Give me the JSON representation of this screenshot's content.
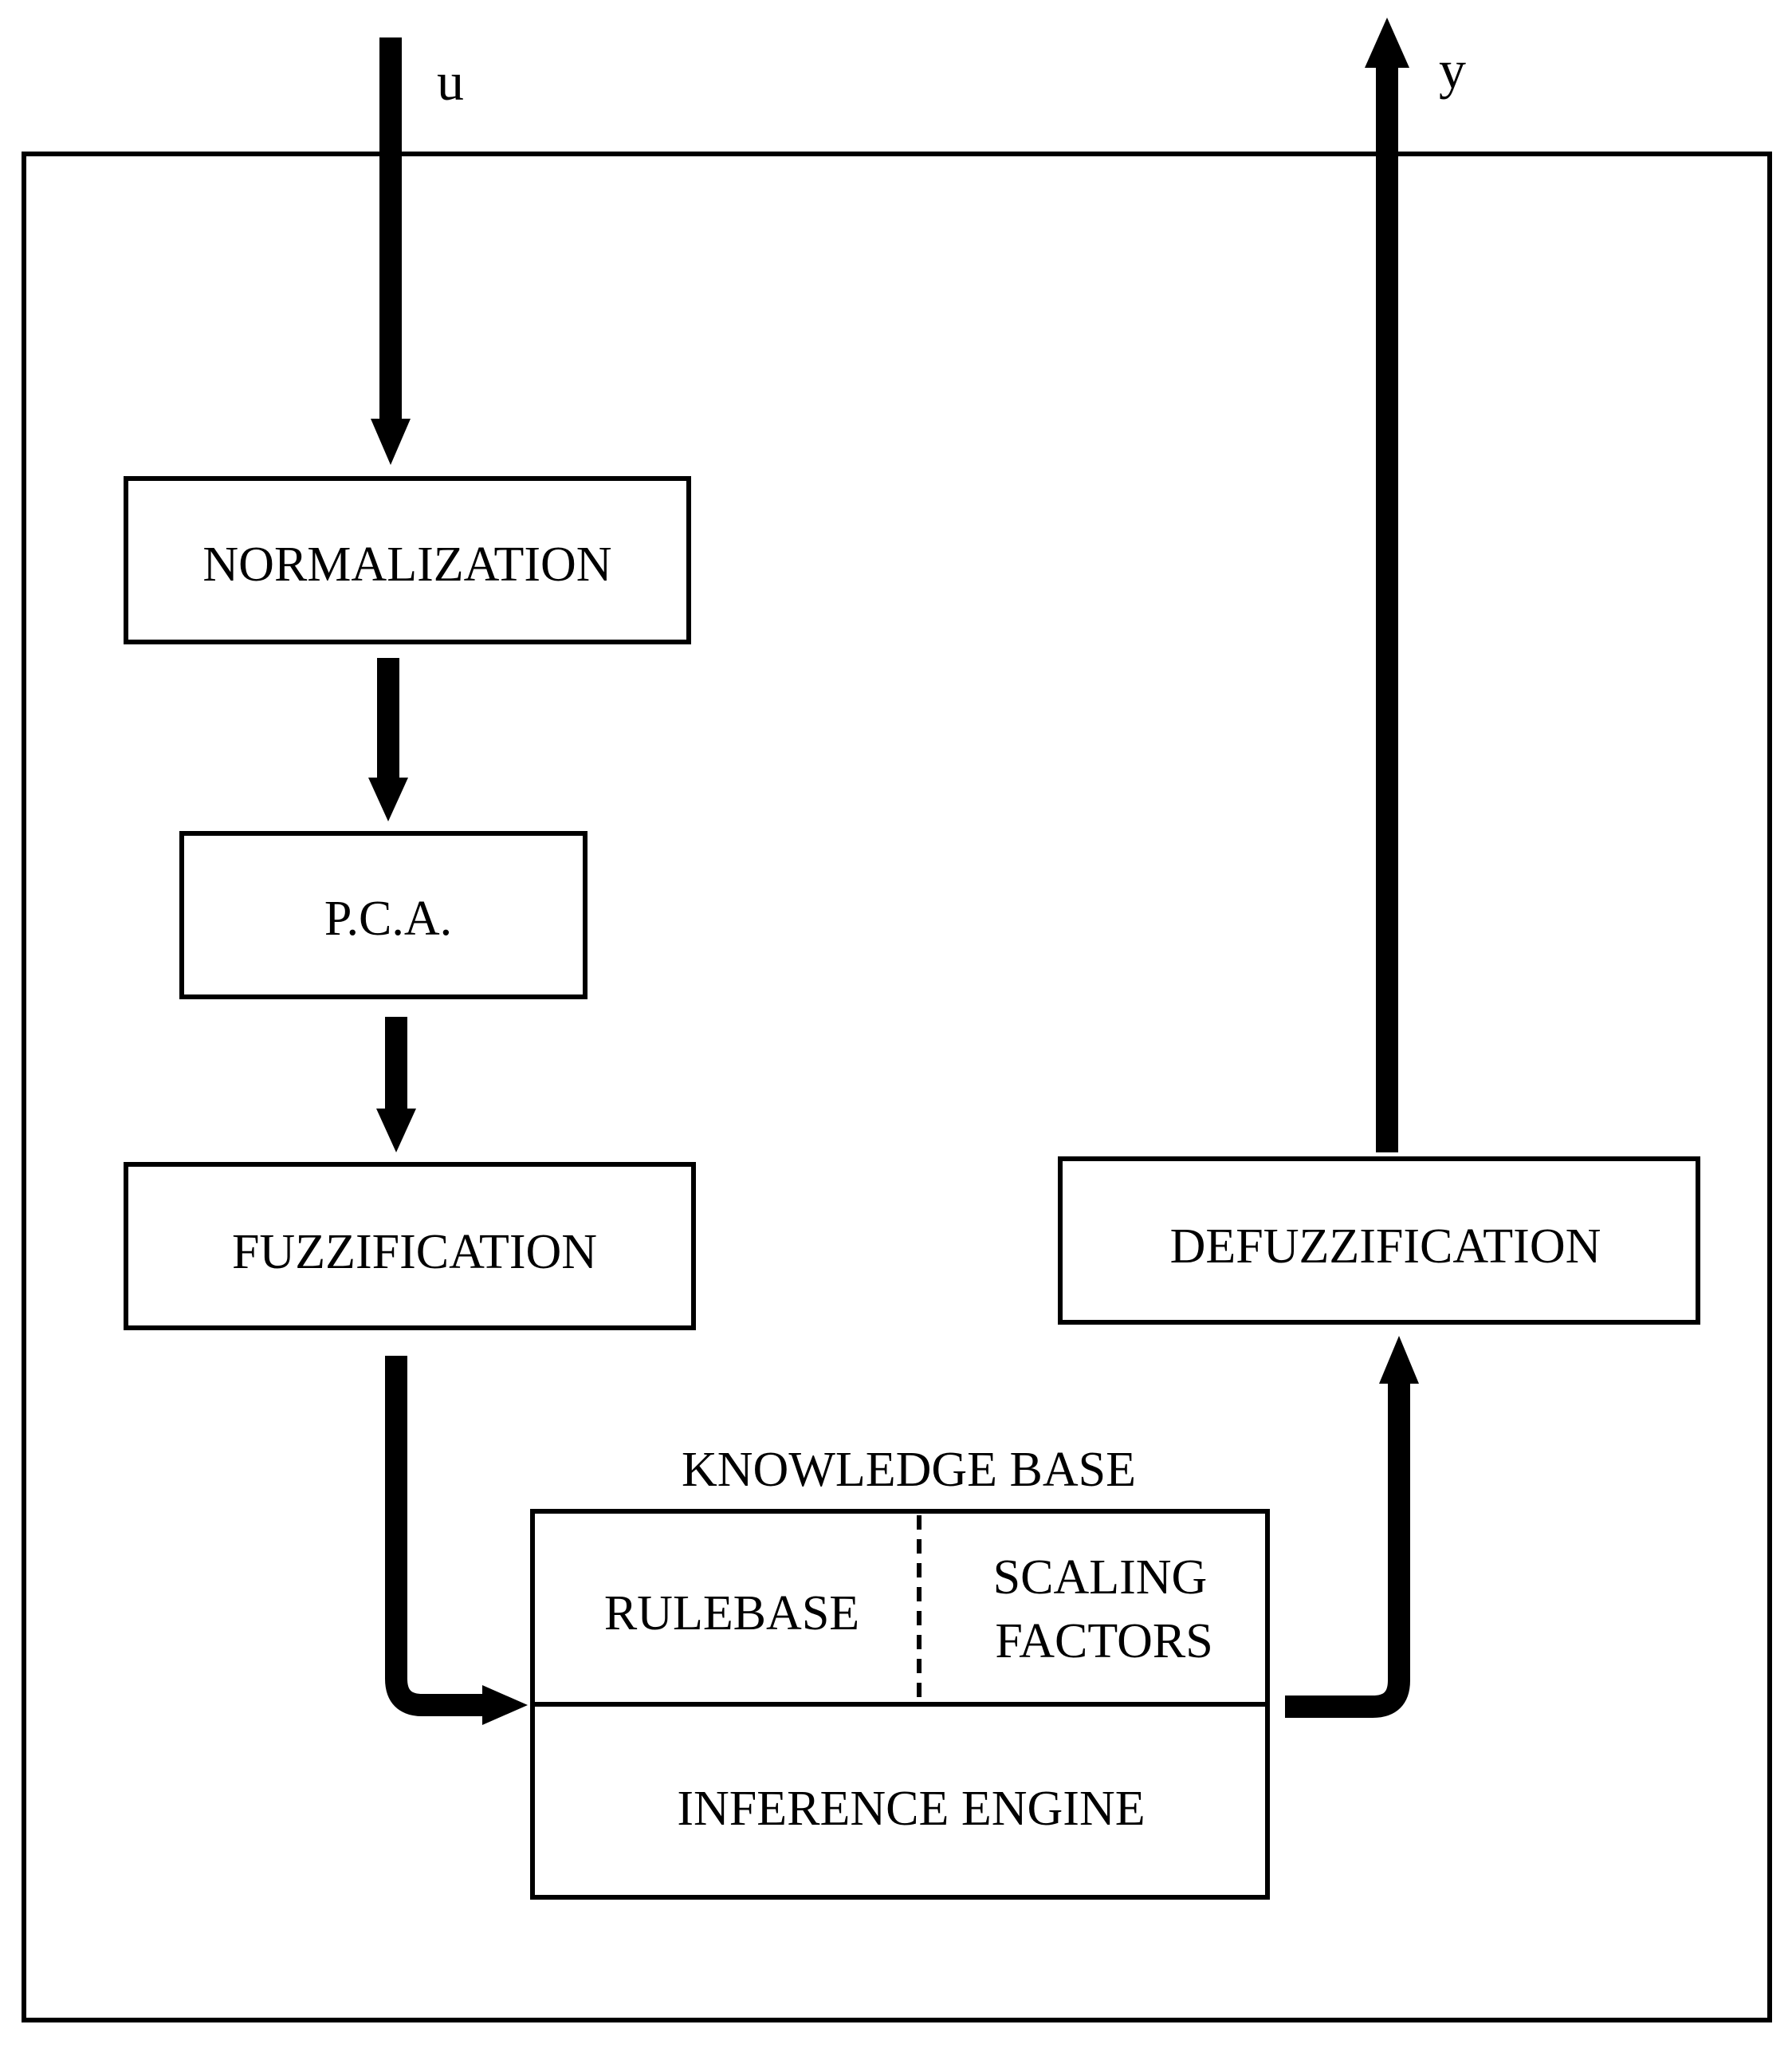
{
  "diagram": {
    "input_label": "u",
    "output_label": "y",
    "blocks": {
      "normalization": "NORMALIZATION",
      "pca": "P.C.A.",
      "fuzzification": "FUZZIFICATION",
      "defuzzification": "DEFUZZIFICATION",
      "knowledge_base": "KNOWLEDGE BASE",
      "rulebase": "RULEBASE",
      "scaling_factors_line1": "SCALING",
      "scaling_factors_line2": "FACTORS",
      "inference_engine": "INFERENCE ENGINE"
    }
  },
  "colors": {
    "stroke": "#000000",
    "background": "#ffffff"
  }
}
